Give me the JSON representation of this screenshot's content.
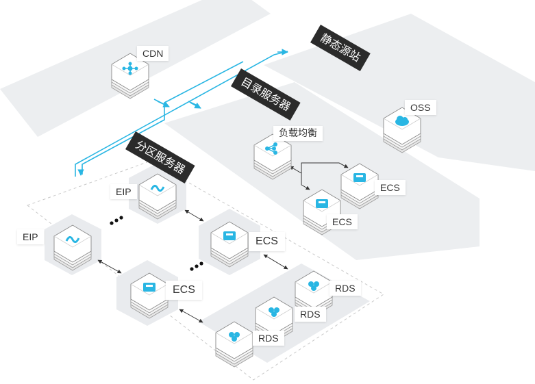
{
  "zones": {
    "static_origin": "静态源站",
    "directory_servers": "目录服务器",
    "partition_servers": "分区服务器"
  },
  "nodes": {
    "cdn": "CDN",
    "oss": "OSS",
    "load_balancer": "负载均衡",
    "dir_ecs_1": "ECS",
    "dir_ecs_2": "ECS",
    "eip_1": "EIP",
    "eip_2": "EIP",
    "part_ecs_1": "ECS",
    "part_ecs_2": "ECS",
    "rds_1": "RDS",
    "rds_2": "RDS",
    "rds_3": "RDS"
  },
  "icons": {
    "cdn": "cdn-icon",
    "oss": "oss-icon",
    "load_balancer": "load-balancer-icon",
    "ecs": "ecs-icon",
    "eip": "eip-icon",
    "rds": "rds-icon"
  },
  "colors": {
    "accent": "#29b6e3",
    "tag_bg": "#2b2b2b",
    "zone_fill": "#eceef0",
    "tile_fill": "#ffffff",
    "arrow": "#333333"
  }
}
